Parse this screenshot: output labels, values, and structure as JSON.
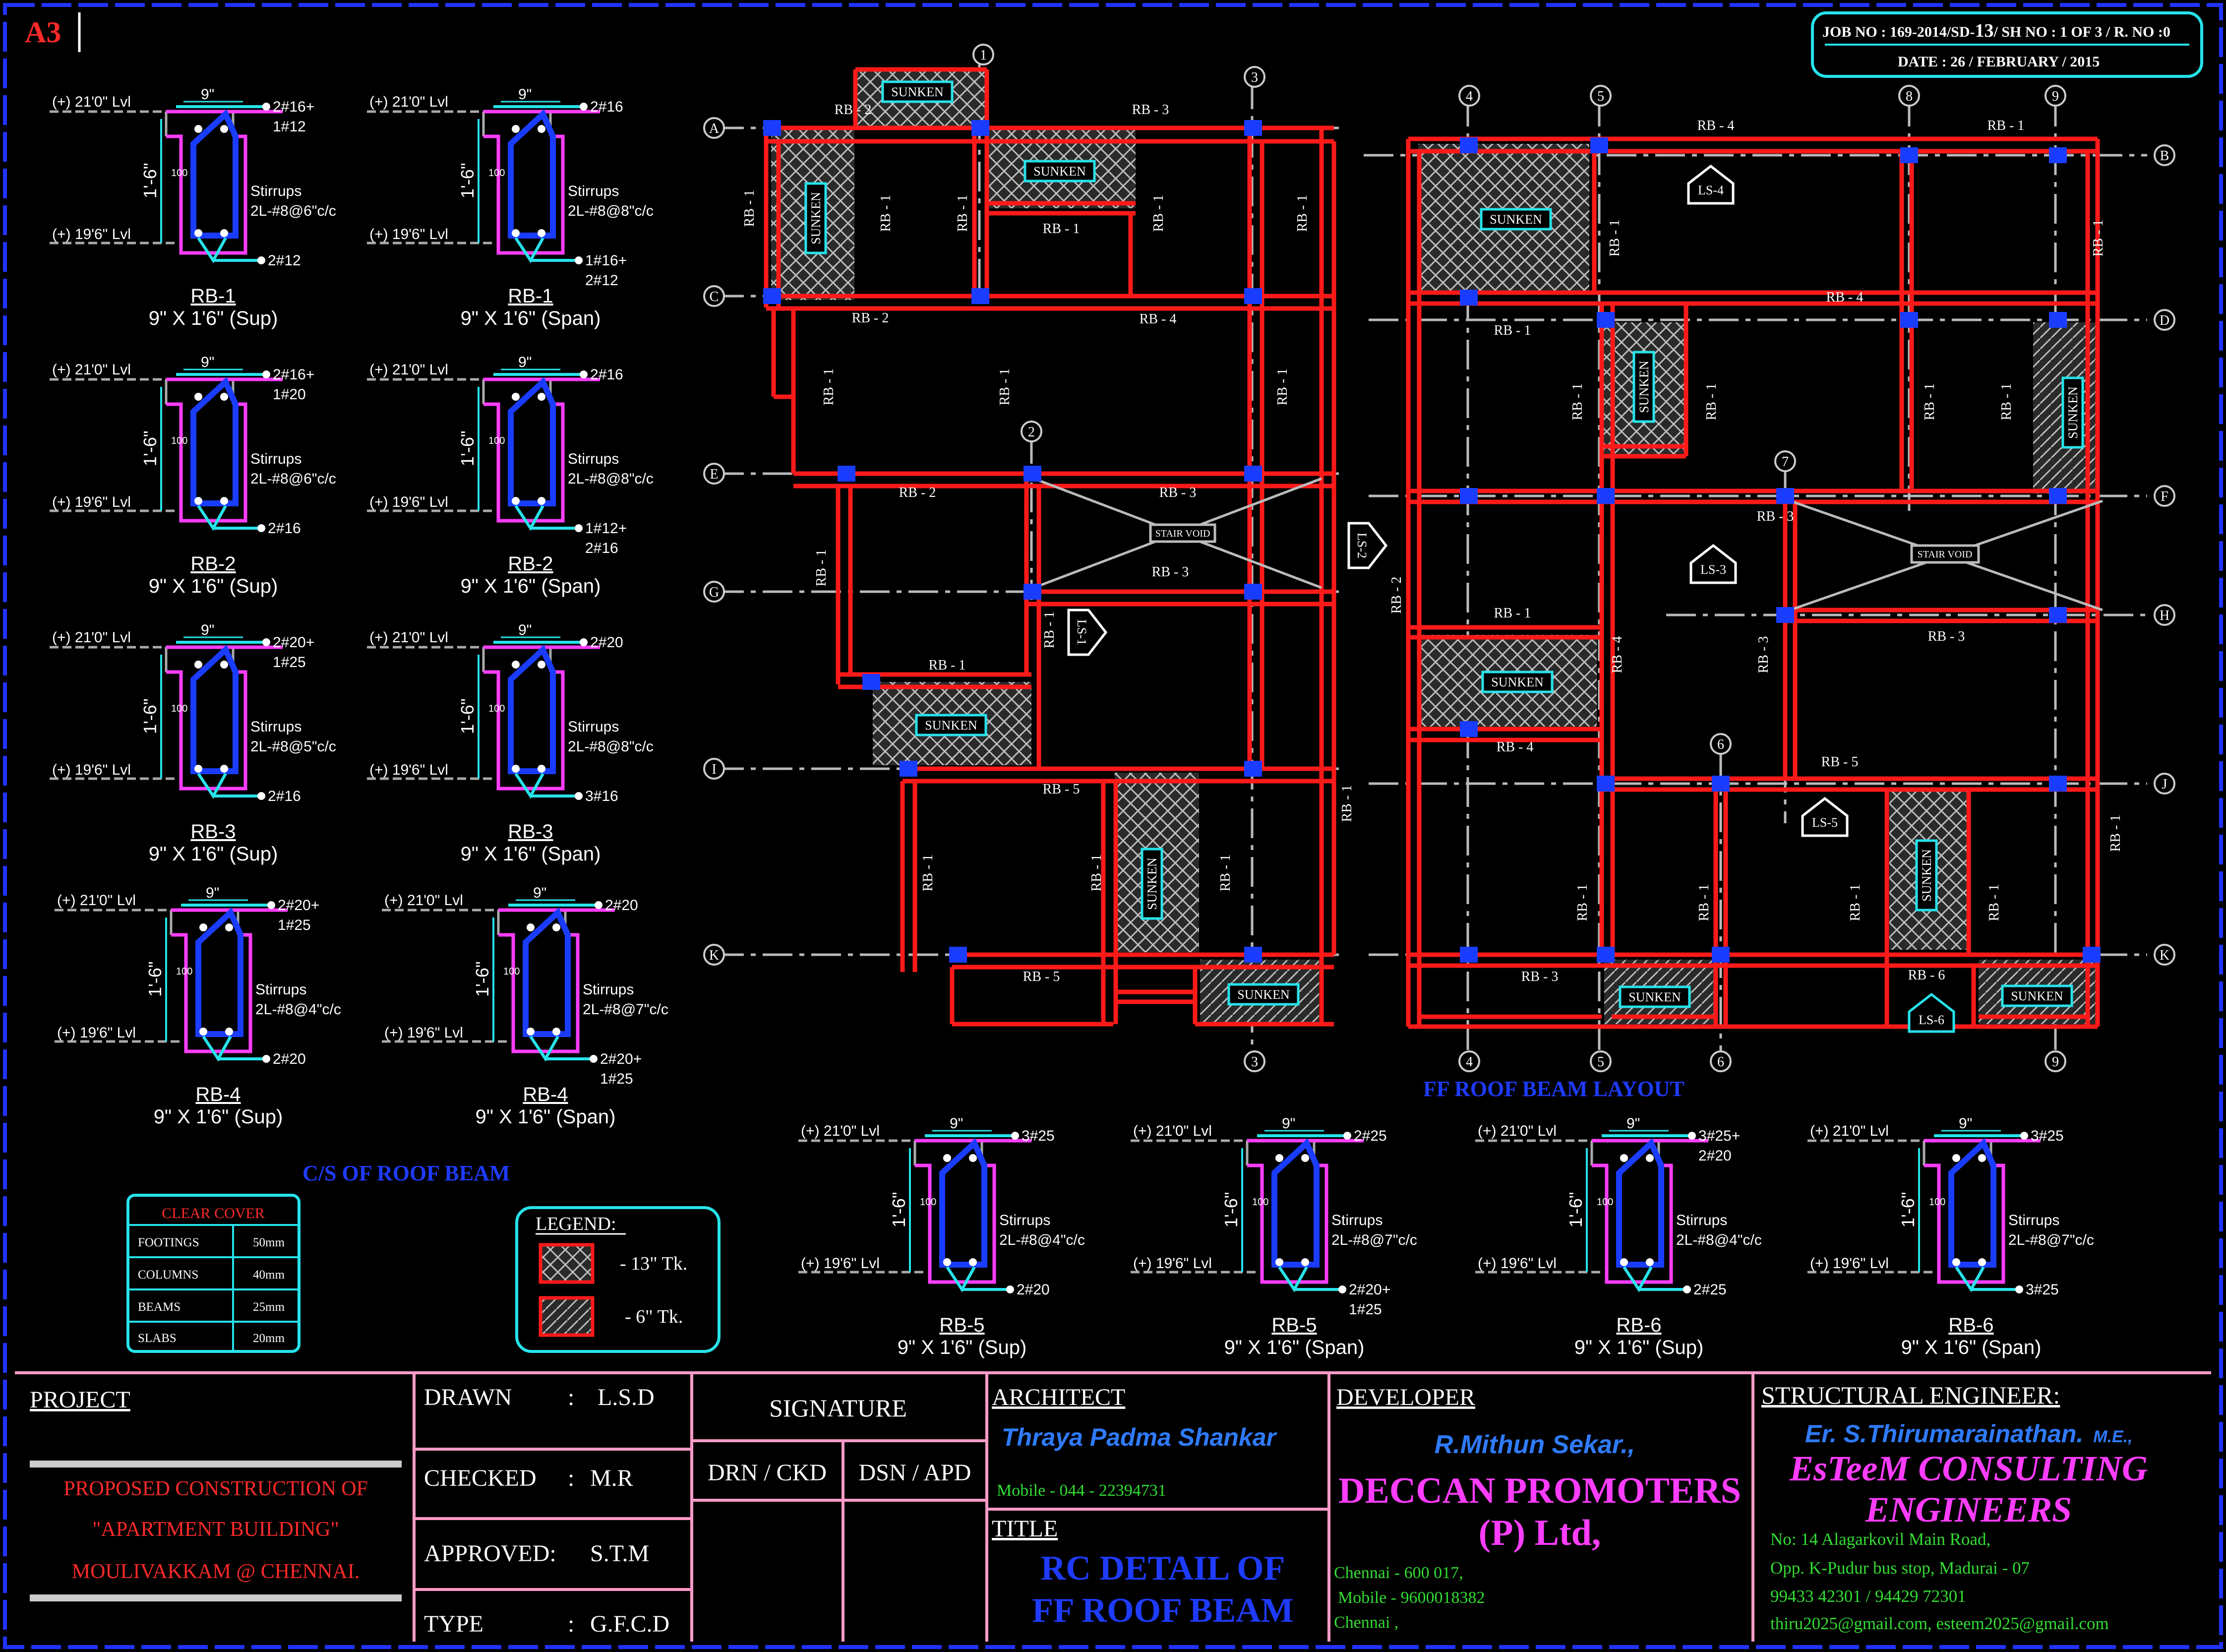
{
  "sheet_size": "A3",
  "job": {
    "line1_prefix": "JOB NO : 169-2014/SD-",
    "sheet_number": "13",
    "line1_suffix": "/ SH NO : 1 OF 3 / R. NO :0",
    "date": "DATE : 26 / FEBRUARY / 2015"
  },
  "levels": {
    "top": "(+) 21'0\" Lvl",
    "bottom": "(+) 19'6\" Lvl",
    "width": "9\"",
    "depth": "1'-6\"",
    "cover": "100"
  },
  "sections": [
    {
      "name": "RB-1",
      "size": "9\" X 1'6\" (Sup)",
      "top_bar": "2#16+",
      "top_bar2": "1#12",
      "bottom_bar": "2#12",
      "bottom_bar2": "",
      "stirrups": "2L-#8@6\"c/c"
    },
    {
      "name": "RB-1",
      "size": "9\" X 1'6\" (Span)",
      "top_bar": "2#16",
      "top_bar2": "",
      "bottom_bar": "1#16+",
      "bottom_bar2": "2#12",
      "stirrups": "2L-#8@8\"c/c"
    },
    {
      "name": "RB-2",
      "size": "9\" X 1'6\" (Sup)",
      "top_bar": "2#16+",
      "top_bar2": "1#20",
      "bottom_bar": "2#16",
      "bottom_bar2": "",
      "stirrups": "2L-#8@6\"c/c"
    },
    {
      "name": "RB-2",
      "size": "9\" X 1'6\" (Span)",
      "top_bar": "2#16",
      "top_bar2": "",
      "bottom_bar": "1#12+",
      "bottom_bar2": "2#16",
      "stirrups": "2L-#8@8\"c/c"
    },
    {
      "name": "RB-3",
      "size": "9\" X 1'6\" (Sup)",
      "top_bar": "2#20+",
      "top_bar2": "1#25",
      "bottom_bar": "2#16",
      "bottom_bar2": "",
      "stirrups": "2L-#8@5\"c/c"
    },
    {
      "name": "RB-3",
      "size": "9\" X 1'6\" (Span)",
      "top_bar": "2#20",
      "top_bar2": "",
      "bottom_bar": "3#16",
      "bottom_bar2": "",
      "stirrups": "2L-#8@8\"c/c"
    },
    {
      "name": "RB-4",
      "size": "9\" X 1'6\" (Sup)",
      "top_bar": "2#20+",
      "top_bar2": "1#25",
      "bottom_bar": "2#20",
      "bottom_bar2": "",
      "stirrups": "2L-#8@4\"c/c"
    },
    {
      "name": "RB-4",
      "size": "9\" X 1'6\" (Span)",
      "top_bar": "2#20",
      "top_bar2": "",
      "bottom_bar": "2#20+",
      "bottom_bar2": "1#25",
      "stirrups": "2L-#8@7\"c/c"
    },
    {
      "name": "RB-5",
      "size": "9\" X 1'6\" (Sup)",
      "top_bar": "3#25",
      "top_bar2": "",
      "bottom_bar": "2#20",
      "bottom_bar2": "",
      "stirrups": "2L-#8@4\"c/c"
    },
    {
      "name": "RB-5",
      "size": "9\" X 1'6\" (Span)",
      "top_bar": "2#25",
      "top_bar2": "",
      "bottom_bar": "2#20+",
      "bottom_bar2": "1#25",
      "stirrups": "2L-#8@7\"c/c"
    },
    {
      "name": "RB-6",
      "size": "9\" X 1'6\" (Sup)",
      "top_bar": "3#25+",
      "top_bar2": "2#20",
      "bottom_bar": "2#25",
      "bottom_bar2": "",
      "stirrups": "2L-#8@4\"c/c"
    },
    {
      "name": "RB-6",
      "size": "9\" X 1'6\" (Span)",
      "top_bar": "3#25",
      "top_bar2": "",
      "bottom_bar": "3#25",
      "bottom_bar2": "",
      "stirrups": "2L-#8@7\"c/c"
    }
  ],
  "section_group_title": "C/S OF ROOF BEAM",
  "layout_title": "FF ROOF BEAM LAYOUT",
  "plan": {
    "sunken": "SUNKEN",
    "stair_void": "STAIR VOID",
    "grid_letters": [
      "A",
      "B",
      "C",
      "D",
      "E",
      "F",
      "G",
      "H",
      "I",
      "J",
      "K"
    ],
    "grid_numbers": [
      "1",
      "2",
      "3",
      "4",
      "5",
      "6",
      "7",
      "8",
      "9"
    ],
    "beams": [
      "RB - 1",
      "RB - 2",
      "RB - 3",
      "RB - 4",
      "RB - 5",
      "RB - 6"
    ],
    "landings": [
      "LS-1",
      "LS-2",
      "LS-3",
      "LS-4",
      "LS-5",
      "LS-6"
    ]
  },
  "clear_cover": {
    "title": "CLEAR COVER",
    "rows": [
      {
        "item": "FOOTINGS",
        "value": "50mm"
      },
      {
        "item": "COLUMNS",
        "value": "40mm"
      },
      {
        "item": "BEAMS",
        "value": "25mm"
      },
      {
        "item": "SLABS",
        "value": "20mm"
      }
    ]
  },
  "legend": {
    "title": "LEGEND:",
    "items": [
      "- 13\" Tk.",
      "- 6\" Tk."
    ]
  },
  "title_block": {
    "project_label": "PROJECT",
    "project_lines": [
      "PROPOSED CONSTRUCTION OF",
      "\"APARTMENT BUILDING\"",
      "MOULIVAKKAM @ CHENNAI."
    ],
    "drawn_label": "DRAWN",
    "drawn": "L.S.D",
    "checked_label": "CHECKED",
    "checked": "M.R",
    "approved_label": "APPROVED:",
    "approved": "S.T.M",
    "type_label": "TYPE",
    "type": "G.F.C.D",
    "colon": ":",
    "signature": "SIGNATURE",
    "drn_ckd": "DRN / CKD",
    "dsn_apd": "DSN / APD",
    "architect_label": "ARCHITECT",
    "architect_name": "Thraya Padma Shankar",
    "architect_mobile": "Mobile - 044 - 22394731",
    "title_label": "TITLE",
    "title_lines": [
      "RC DETAIL OF",
      "FF ROOF BEAM"
    ],
    "developer_label": "DEVELOPER",
    "developer_person": "R.Mithun Sekar.,",
    "developer_company": [
      "DECCAN PROMOTERS",
      "(P) Ltd,"
    ],
    "developer_address": [
      "Chennai - 600 017,",
      "Mobile - 9600018382",
      "Chennai ,"
    ],
    "engineer_label": "STRUCTURAL ENGINEER:",
    "engineer_name": "Er. S.Thirumarainathan.",
    "engineer_degree": "M.E.,",
    "engineer_firm": [
      "EsTeeM CONSULTING",
      "ENGINEERS"
    ],
    "engineer_address": [
      "No: 14 Alagarkovil Main Road,",
      "Opp. K-Pudur bus stop, Madurai - 07",
      "99433 42301 / 94429 72301",
      "thiru2025@gmail.com, esteem2025@gmail.com"
    ]
  },
  "colors": {
    "border": "#2233ff",
    "cyan": "#27e3ea",
    "magenta": "#ff3dff",
    "beam_red": "#ff1a1a",
    "blue": "#1a3cff",
    "title_blue": "#1e3bff",
    "title_pink": "#ff4d4d",
    "green": "#33dd33"
  }
}
